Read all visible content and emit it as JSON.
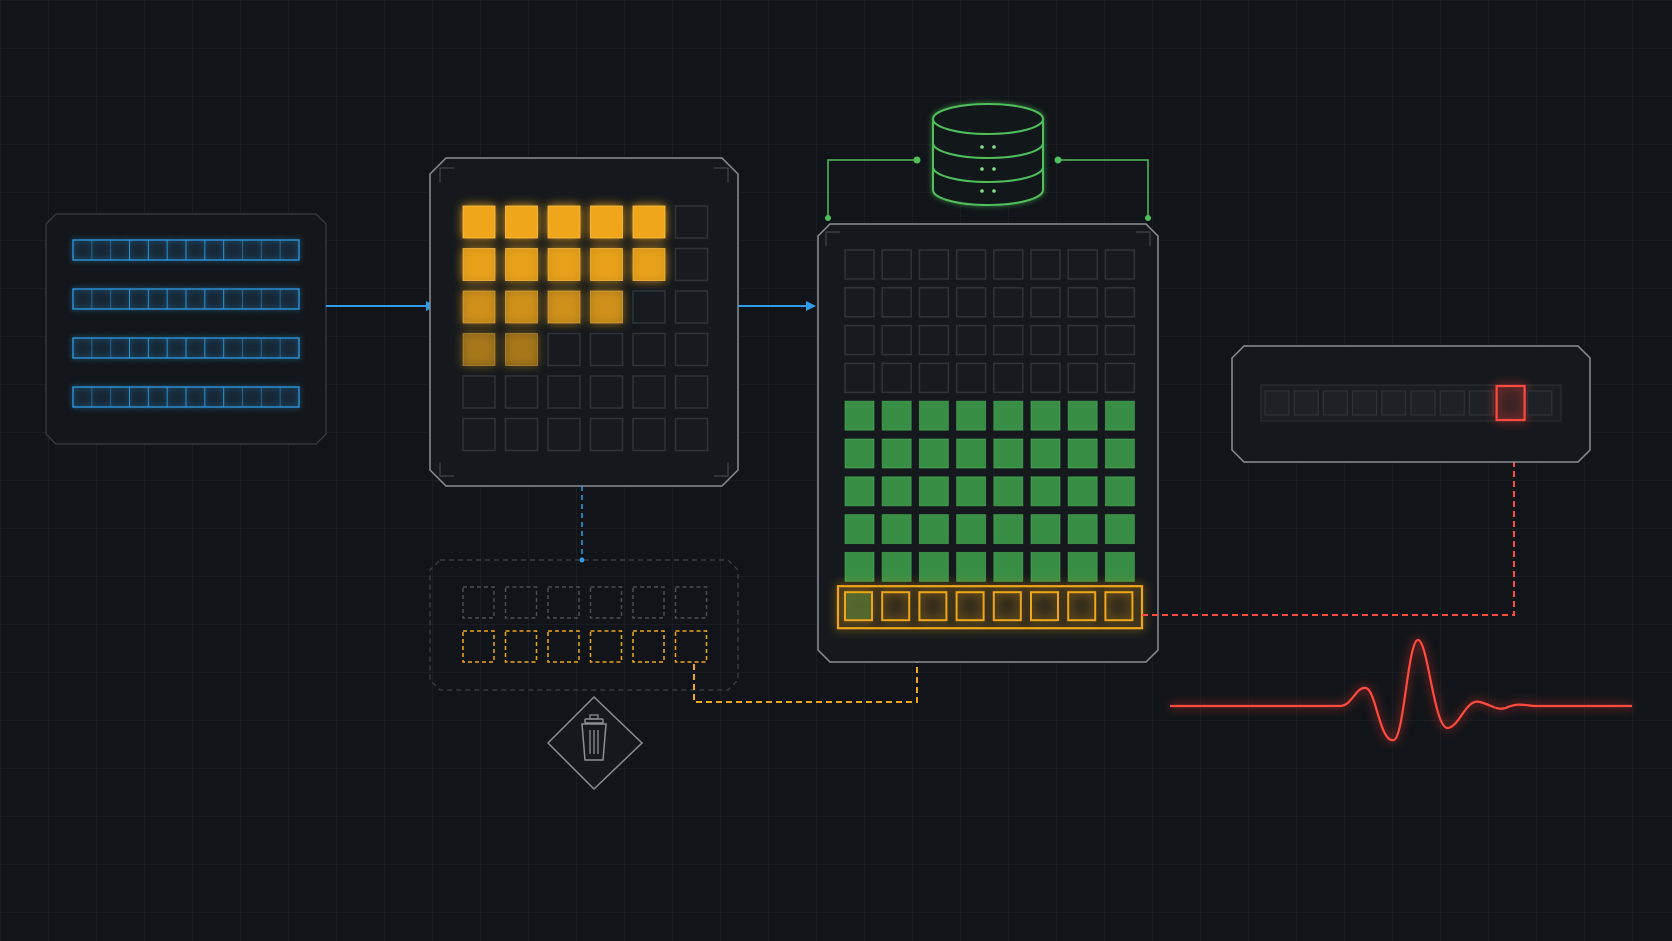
{
  "colors": {
    "background": "#111519",
    "panel_stroke": "#8a8f94",
    "panel_fill": "#15191d",
    "blue": "#2e9ce6",
    "amber": "#f0a61a",
    "green": "#3fa34d",
    "red": "#ff4a40",
    "empty_cell": "#2f3438"
  },
  "icons": {
    "database": "database-icon",
    "trash": "trash-icon"
  },
  "input_panel": {
    "rows": 4,
    "cells_per_row": 12
  },
  "cache_grid": {
    "columns": 6,
    "row_fill_counts": [
      5,
      5,
      4,
      2,
      0,
      0
    ],
    "row_fill_opacity": [
      1.0,
      0.85,
      0.65,
      0.45,
      0,
      0
    ]
  },
  "discard_buffer": {
    "columns": 6,
    "rows": [
      "empty",
      "amber"
    ]
  },
  "memory_grid": {
    "columns": 8,
    "empty_rows": 4,
    "green_rows": 5,
    "highlight_rows": 1
  },
  "output_strip": {
    "cells": 10,
    "highlight_index": 8
  }
}
